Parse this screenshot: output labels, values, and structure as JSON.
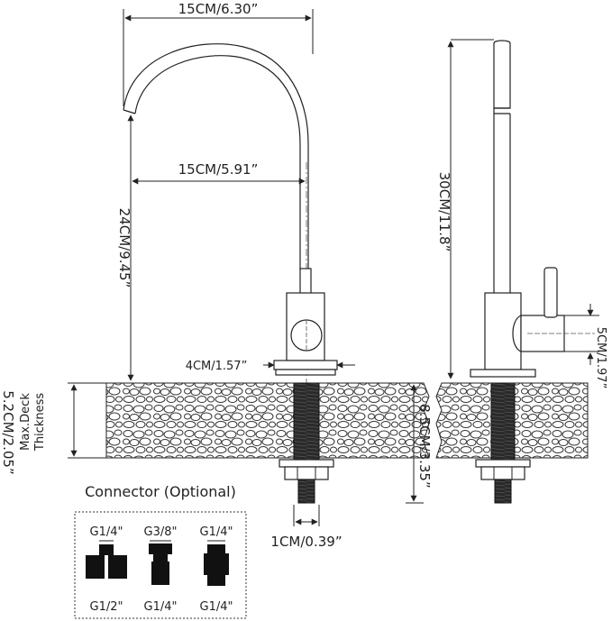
{
  "dimensions": {
    "top_width": "15CM/6.30”",
    "reach": "15CM/5.91”",
    "spout_height": "24CM/9.45”",
    "total_height": "30CM/11.8”",
    "base_width": "4CM/1.57”",
    "handle_height": "5CM/1.97”",
    "max_deck": "5.2CM/2.05”",
    "shank_length": "8.5CM/3.35”",
    "connector_width": "1CM/0.39”"
  },
  "labels": {
    "max_deck_line1": "Max.Deck",
    "max_deck_line2": "Thickness",
    "connector_title": "Connector (Optional)"
  },
  "connectors": [
    {
      "top": "G1/4\"",
      "bottom": "G1/2\""
    },
    {
      "top": "G3/8\"",
      "bottom": "G1/4\""
    },
    {
      "top": "G1/4\"",
      "bottom": "G1/4\""
    }
  ],
  "colors": {
    "line": "#222222",
    "stone": "#ffffff",
    "thread": "#1a1a1a"
  }
}
